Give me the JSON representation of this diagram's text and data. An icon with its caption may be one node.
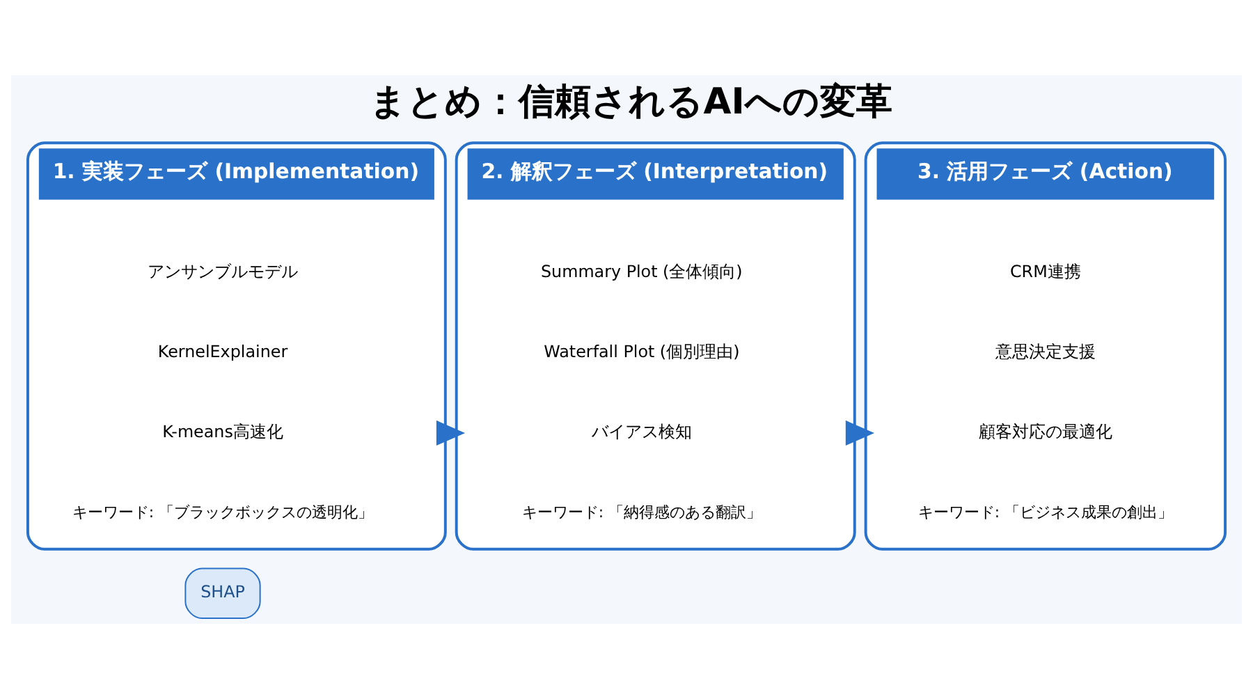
{
  "diagram": {
    "title": "まとめ：信頼されるAIへの変革",
    "nodes": [
      {
        "text": [
          "1. 実装フェーズ (Implementation)"
        ]
      },
      {
        "text": [
          "アンサンブルモデル"
        ],
        "in": 0
      },
      {
        "text": [
          "KernelExplainer"
        ],
        "in": 0
      },
      {
        "text": [
          "K-means高速化"
        ],
        "in": 0
      },
      {
        "text": [
          "キーワード: 「ブラックボックスの透明化」"
        ],
        "in": 0
      },
      {
        "text": [
          "2. 解釈フェーズ (Interpretation)"
        ]
      },
      {
        "text": [
          "Summary Plot (全体傾向)"
        ],
        "in": 5
      },
      {
        "text": [
          "Waterfall Plot (個別理由)"
        ],
        "in": 5
      },
      {
        "text": [
          "バイアス検知"
        ],
        "in": 5
      },
      {
        "text": [
          "キーワード: 「納得感のある翻訳」"
        ],
        "in": 5
      },
      {
        "text": [
          "3. 活用フェーズ (Action)"
        ]
      },
      {
        "text": [
          "CRM連携"
        ],
        "in": 10
      },
      {
        "text": [
          "意思決定支援"
        ],
        "in": 10
      },
      {
        "text": [
          "顧客対応の最適化"
        ],
        "in": 10
      },
      {
        "text": [
          "キーワード: 「ビジネス成果の創出」"
        ],
        "in": 10
      }
    ],
    "edges": [
      {
        "from": 0,
        "to": 5,
        "arrow": "to"
      },
      {
        "from": 5,
        "to": 10,
        "arrow": "to"
      }
    ],
    "labels": [
      "SHAP"
    ]
  }
}
